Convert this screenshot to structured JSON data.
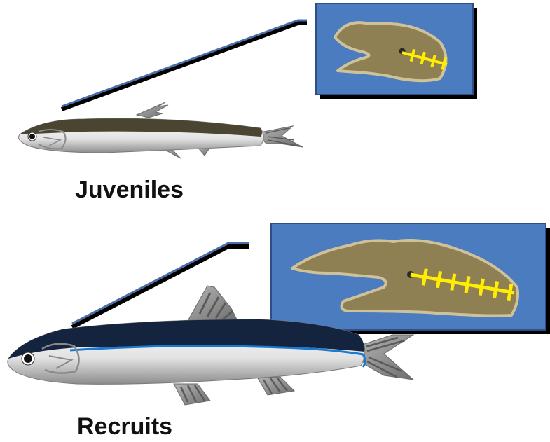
{
  "stages": [
    {
      "label": "Juveniles",
      "fish_icon": "anchovy-juvenile-icon",
      "otolith_icon": "otolith-icon",
      "growth_increments": 4
    },
    {
      "label": "Recruits",
      "fish_icon": "anchovy-recruit-icon",
      "otolith_icon": "otolith-icon",
      "growth_increments": 7
    }
  ],
  "colors": {
    "panel_fill": "#4a7cbf",
    "panel_border": "#2e4f86",
    "otolith_fill": "#8e8052",
    "otolith_edge": "#cfc19a",
    "increment_marks": "#ffee00",
    "juvenile_back": "#4a4531",
    "recruit_back": "#14243e",
    "recruit_lateral_stripe": "#1a7ad1",
    "fish_belly": "#d9d9d9",
    "fins": "#8a8a8a"
  }
}
